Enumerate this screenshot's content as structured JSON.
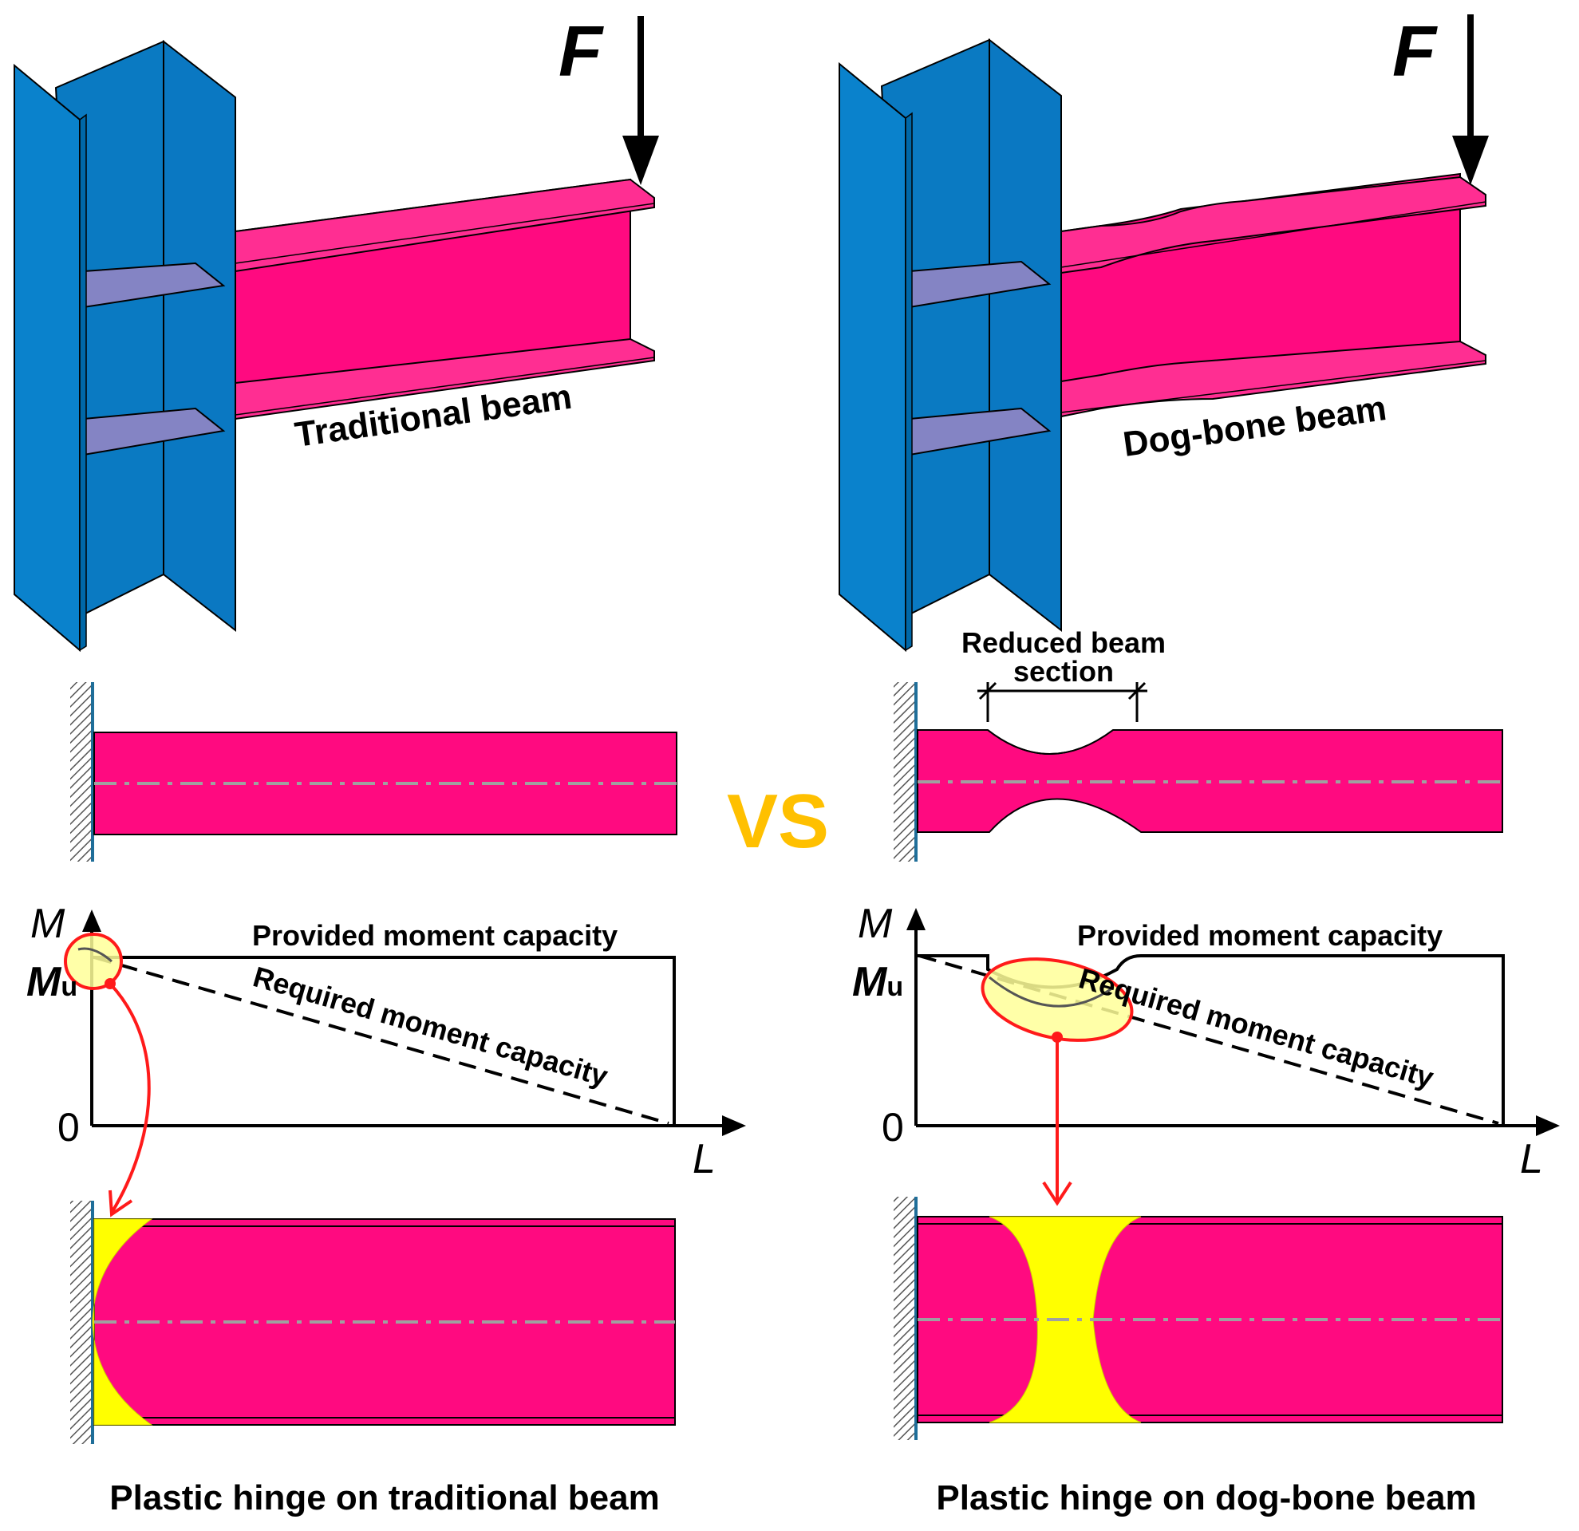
{
  "force_label": "F",
  "left": {
    "beam_label": "Traditional beam",
    "caption": "Plastic hinge on traditional beam"
  },
  "right": {
    "beam_label": "Dog-bone beam",
    "caption": "Plastic hinge on dog-bone beam",
    "rbs_label_line1": "Reduced beam",
    "rbs_label_line2": "section"
  },
  "vs_label": "VS",
  "chart": {
    "y_axis": "M",
    "mu_main": "M",
    "mu_sub": "u",
    "origin": "0",
    "x_axis": "L",
    "provided": "Provided moment capacity",
    "required": "Required moment capacity"
  },
  "colors": {
    "beam": "#FF0080",
    "column": "#0080C8",
    "stiffener": "#8080C0",
    "hinge": "#FFFF00",
    "vs": "#FFC000",
    "arrow": "#FF1A1A",
    "centerline": "#A0A0A0"
  }
}
